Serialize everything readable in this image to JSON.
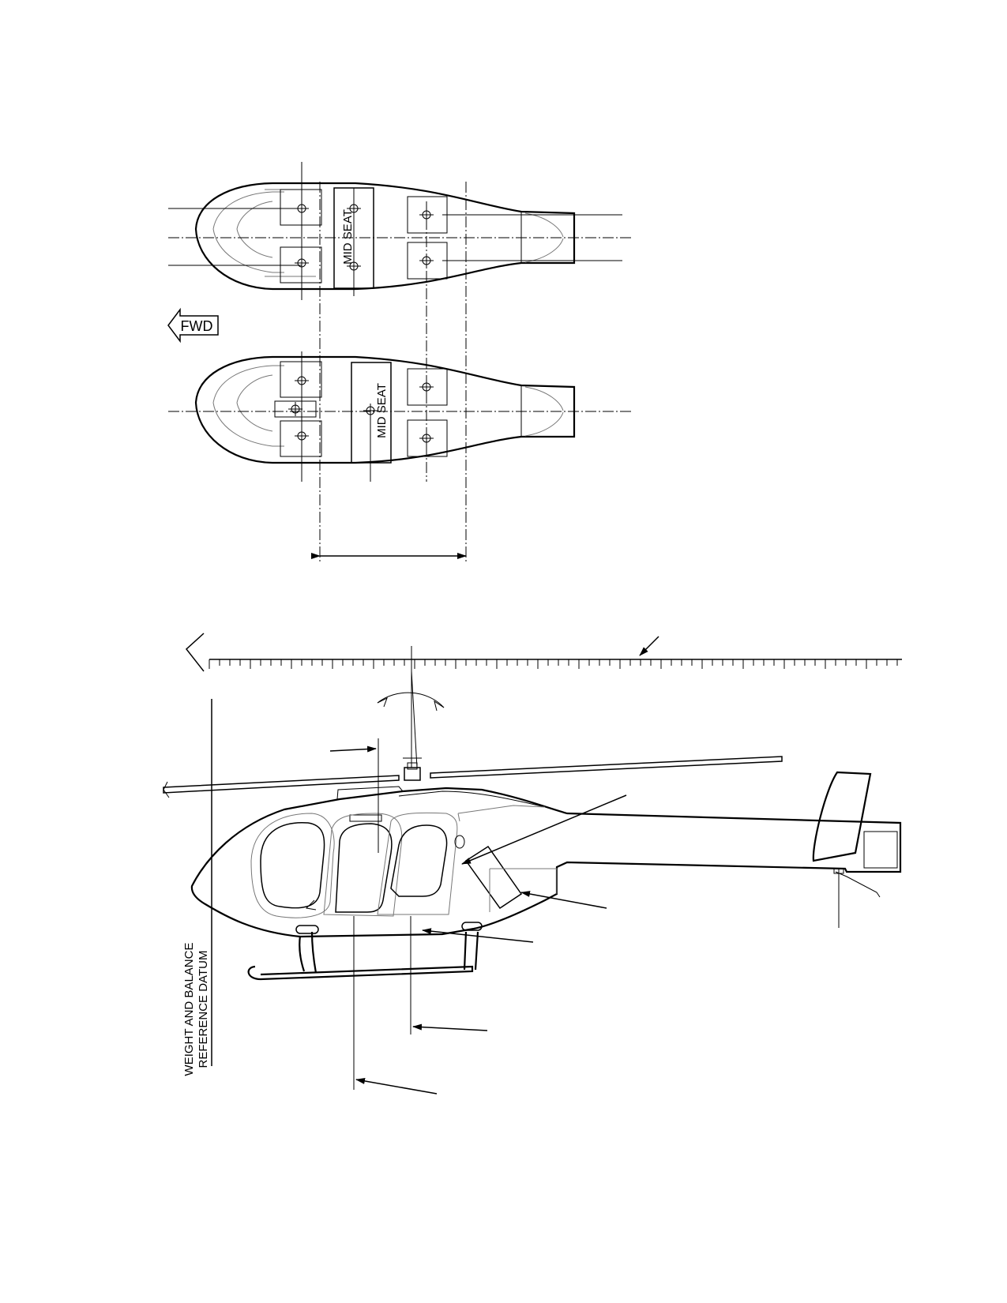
{
  "labels": {
    "mid_seat_upper": "MID SEAT",
    "mid_seat_lower": "MID SEAT",
    "fwd": "FWD",
    "datum_line1": "WEIGHT AND BALANCE",
    "datum_line2": "REFERENCE DATUM"
  },
  "colors": {
    "line": "#000000",
    "light_line": "#777777",
    "background": "#ffffff"
  }
}
